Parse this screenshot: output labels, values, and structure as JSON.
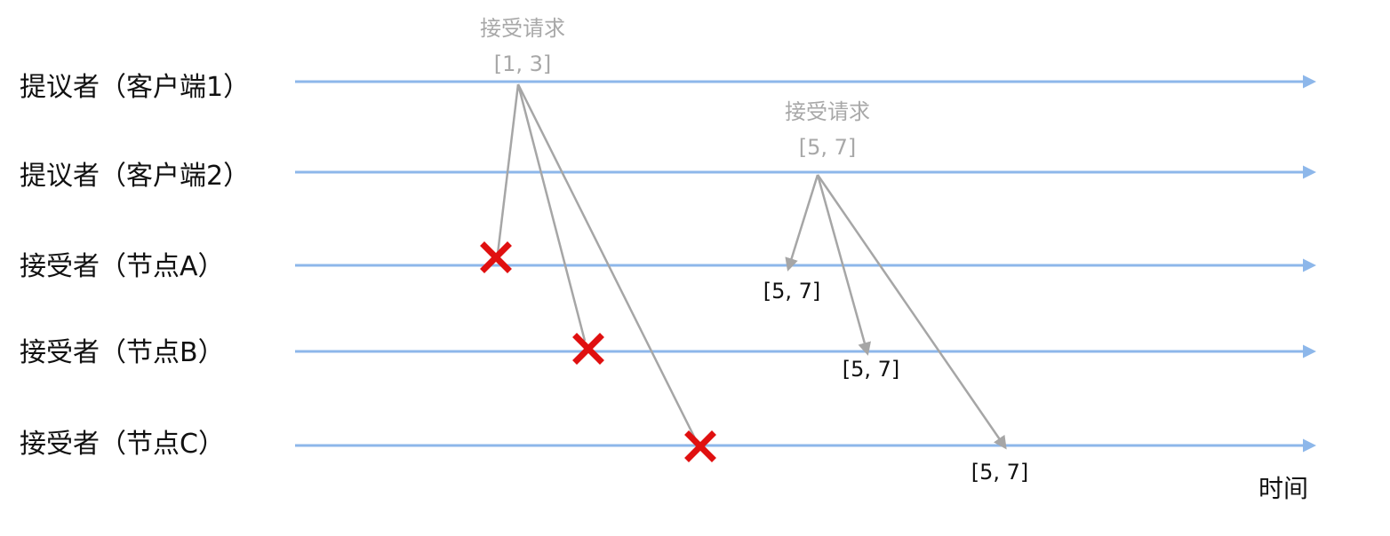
{
  "lanes": [
    {
      "label": "提议者（客户端1）"
    },
    {
      "label": "提议者（客户端2）"
    },
    {
      "label": "接受者（节点A）"
    },
    {
      "label": "接受者（节点B）"
    },
    {
      "label": "接受者（节点C）"
    }
  ],
  "requests": [
    {
      "title": "接受请求",
      "range": "[1, 3]",
      "from_lane": 0,
      "to_lanes": [
        2,
        3,
        4
      ],
      "outcome": "rejected"
    },
    {
      "title": "接受请求",
      "range": "[5, 7]",
      "from_lane": 1,
      "to_lanes": [
        2,
        3,
        4
      ],
      "outcome": "accepted"
    }
  ],
  "responses": [
    {
      "lane": 2,
      "label": "[5, 7]"
    },
    {
      "lane": 3,
      "label": "[5, 7]"
    },
    {
      "lane": 4,
      "label": "[5, 7]"
    }
  ],
  "time_axis_label": "时间",
  "colors": {
    "lane_line": "#8db7ea",
    "message_line": "#a6a6a6",
    "request_text": "#a8a8a8",
    "reject_mark": "#e01010",
    "text": "#111111"
  }
}
